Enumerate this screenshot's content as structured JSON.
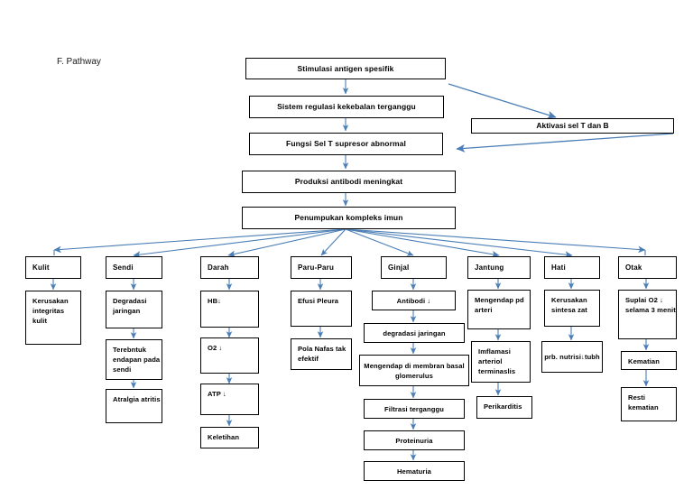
{
  "page": {
    "title_label": "F. Pathway",
    "accent_arrow_color": "#4a7eb5",
    "border_color": "#000000",
    "background_color": "#ffffff"
  },
  "diagram": {
    "type": "flowchart",
    "main_chain": [
      {
        "id": "n1",
        "label": "Stimulasi antigen spesifik"
      },
      {
        "id": "n2",
        "label": "Sistem regulasi kekebalan terganggu"
      },
      {
        "id": "n3",
        "label": "Fungsi Sel T supresor abnormal"
      },
      {
        "id": "n4",
        "label": "Produksi antibodi meningkat"
      },
      {
        "id": "n5",
        "label": "Penumpukan kompleks imun"
      }
    ],
    "side_node": {
      "id": "s1",
      "label": "Aktivasi sel T dan B"
    },
    "columns": [
      {
        "id": "c1",
        "header": "Kulit",
        "items": [
          "Kerusakan integritas kulit"
        ]
      },
      {
        "id": "c2",
        "header": "Sendi",
        "items": [
          "Degradasi jaringan",
          "Terebntuk endapan pada sendi",
          "Atralgia atritis"
        ]
      },
      {
        "id": "c3",
        "header": "Darah",
        "items": [
          "HB↓",
          "O2 ↓",
          "ATP ↓",
          "Keletihan"
        ]
      },
      {
        "id": "c4",
        "header": "Paru-Paru",
        "items": [
          "Efusi Pleura",
          "Pola Nafas tak efektif"
        ]
      },
      {
        "id": "c5",
        "header": "Ginjal",
        "items": [
          "Antibodi ↓",
          "degradasi jaringan",
          "Mengendap di membran basal glomerulus",
          "Filtrasi terganggu",
          "Proteinuria",
          "Hematuria"
        ]
      },
      {
        "id": "c6",
        "header": "Jantung",
        "items": [
          "Mengendap pd arteri",
          "Imflamasi arteriol terminaslis",
          "Perikarditis"
        ]
      },
      {
        "id": "c7",
        "header": "Hati",
        "items": [
          "Kerusakan sintesa zat",
          "prb. nutrisi↓tubh"
        ]
      },
      {
        "id": "c8",
        "header": "Otak",
        "items": [
          "Suplai O2 ↓ selama 3 menit",
          "Kematian",
          "Resti kematian"
        ]
      }
    ]
  }
}
